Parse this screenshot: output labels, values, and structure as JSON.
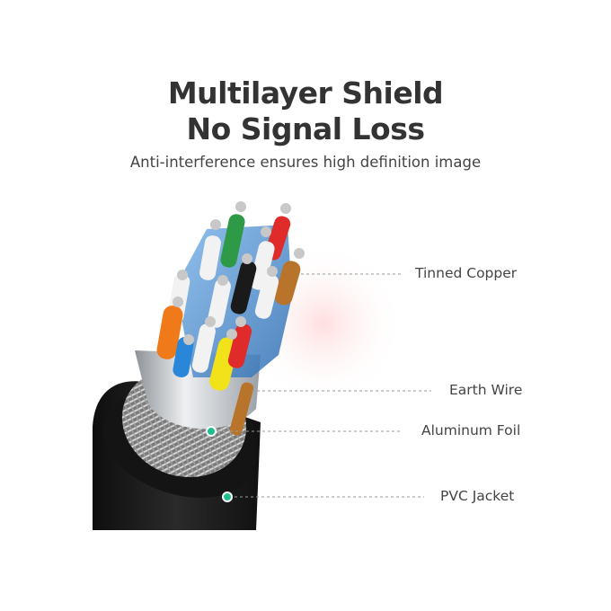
{
  "headline": {
    "line1": "Multilayer Shield",
    "line2": "No Signal Loss"
  },
  "subtitle": "Anti-interference ensures high definition image",
  "callouts": [
    {
      "label": "Tinned Copper"
    },
    {
      "label": "Earth Wire"
    },
    {
      "label": "Aluminum Foil"
    },
    {
      "label": "PVC Jacket"
    }
  ],
  "colors": {
    "jacket": "#1f1f1f",
    "foil": "#c9ccd0",
    "shield_blue": "#4a8fd1",
    "wire_green": "#2e9a48",
    "wire_red": "#e02b2b",
    "wire_orange": "#f07a1a",
    "wire_blue": "#2a86d8",
    "wire_yellow": "#f2e21a",
    "wire_brown": "#b8742a",
    "wire_white": "#f2f2f2",
    "wire_black": "#1a1a1a",
    "copper_tip": "#c8c8c8",
    "dot_accent": "#1fbf8f"
  }
}
